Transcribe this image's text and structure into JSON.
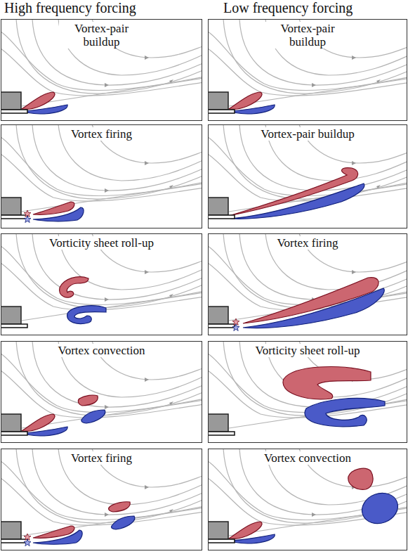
{
  "diagram": {
    "nodes": [
      {
        "text": [
          "Vortex-pair buildup"
        ]
      },
      {
        "text": [
          "Vortex-pair buildup"
        ]
      },
      {
        "text": [
          "Vortex firing"
        ]
      },
      {
        "text": [
          "Vortex-pair buildup"
        ]
      },
      {
        "text": [
          "Vorticity sheet roll-up"
        ]
      },
      {
        "text": [
          "Vortex firing"
        ]
      },
      {
        "text": [
          "Vortex convection"
        ]
      },
      {
        "text": [
          "Vorticity sheet roll-up"
        ]
      },
      {
        "text": [
          "Vortex firing"
        ]
      },
      {
        "text": [
          "Vortex convection"
        ]
      }
    ],
    "labels": [
      "High frequency forcing",
      "Low frequency forcing"
    ]
  }
}
